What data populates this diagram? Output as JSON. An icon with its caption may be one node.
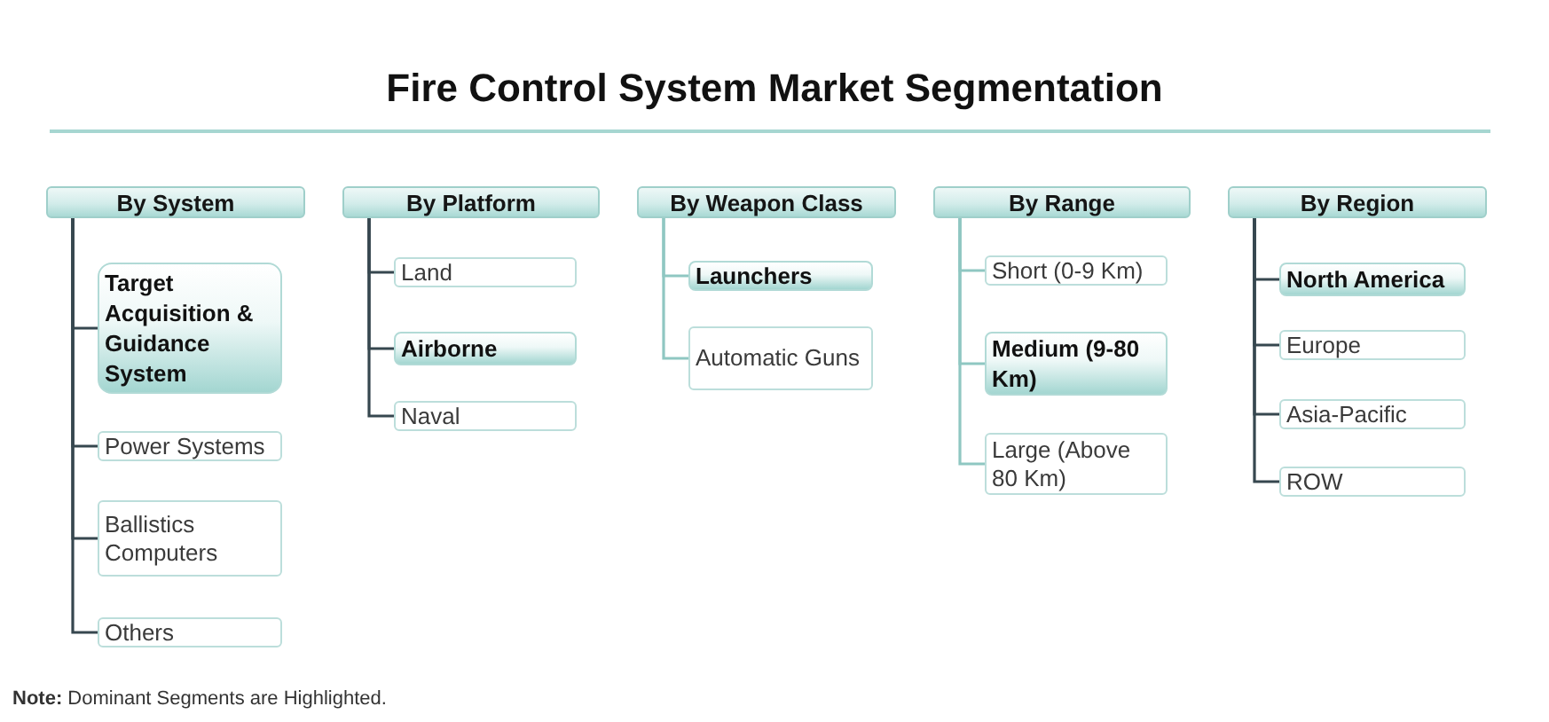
{
  "diagram": {
    "title": "Fire Control System Market Segmentation",
    "nodes": [
      {
        "text": [
          "By System"
        ]
      },
      {
        "text": [
          "Target Acquisition & Guidance System"
        ]
      },
      {
        "text": [
          "Power Systems"
        ]
      },
      {
        "text": [
          "Ballistics Computers"
        ]
      },
      {
        "text": [
          "Others"
        ]
      },
      {
        "text": [
          "By Platform"
        ]
      },
      {
        "text": [
          "Land"
        ]
      },
      {
        "text": [
          "Airborne"
        ]
      },
      {
        "text": [
          "Naval"
        ]
      },
      {
        "text": [
          "By Weapon Class"
        ]
      },
      {
        "text": [
          "Launchers"
        ]
      },
      {
        "text": [
          "Automatic Guns"
        ]
      },
      {
        "text": [
          "By Range"
        ]
      },
      {
        "text": [
          "Short (0-9 Km)"
        ]
      },
      {
        "text": [
          "Medium (9-80 Km)"
        ]
      },
      {
        "text": [
          "Large (Above 80 Km)"
        ]
      },
      {
        "text": [
          "By Region"
        ]
      },
      {
        "text": [
          "North America"
        ]
      },
      {
        "text": [
          "Europe"
        ]
      },
      {
        "text": [
          "Asia-Pacific"
        ]
      },
      {
        "text": [
          "ROW"
        ]
      }
    ],
    "edges": [
      {
        "from": 0,
        "to": 1,
        "arrow": "none"
      },
      {
        "from": 0,
        "to": 2,
        "arrow": "none"
      },
      {
        "from": 0,
        "to": 3,
        "arrow": "none"
      },
      {
        "from": 0,
        "to": 4,
        "arrow": "none"
      },
      {
        "from": 5,
        "to": 6,
        "arrow": "none"
      },
      {
        "from": 5,
        "to": 7,
        "arrow": "none"
      },
      {
        "from": 5,
        "to": 8,
        "arrow": "none"
      },
      {
        "from": 9,
        "to": 10,
        "arrow": "none",
        "color": "#8fc7c2"
      },
      {
        "from": 9,
        "to": 11,
        "arrow": "none",
        "color": "#8fc7c2"
      },
      {
        "from": 12,
        "to": 13,
        "arrow": "none",
        "color": "#8fc7c2"
      },
      {
        "from": 12,
        "to": 14,
        "arrow": "none",
        "color": "#8fc7c2"
      },
      {
        "from": 12,
        "to": 15,
        "arrow": "none",
        "color": "#8fc7c2"
      },
      {
        "from": 16,
        "to": 17,
        "arrow": "none"
      },
      {
        "from": 16,
        "to": 18,
        "arrow": "none"
      },
      {
        "from": 16,
        "to": 19,
        "arrow": "none"
      },
      {
        "from": 16,
        "to": 20,
        "arrow": "none"
      }
    ],
    "labels": [
      "**Note:** Dominant Segments are Highlighted."
    ]
  }
}
